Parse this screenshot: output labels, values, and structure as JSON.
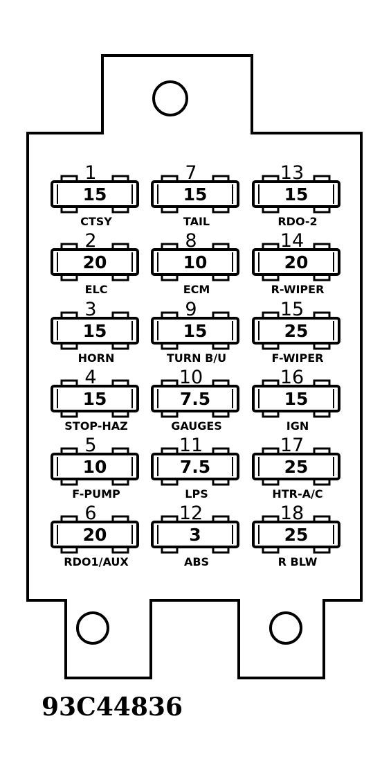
{
  "figure_code": "93C44836",
  "fuses": [
    {
      "number": "1",
      "amps": "15",
      "label": "CTSY"
    },
    {
      "number": "2",
      "amps": "20",
      "label": "ELC"
    },
    {
      "number": "3",
      "amps": "15",
      "label": "HORN"
    },
    {
      "number": "4",
      "amps": "15",
      "label": "STOP-HAZ"
    },
    {
      "number": "5",
      "amps": "10",
      "label": "F-PUMP"
    },
    {
      "number": "6",
      "amps": "20",
      "label": "RDO1/AUX"
    },
    {
      "number": "7",
      "amps": "15",
      "label": "TAIL"
    },
    {
      "number": "8",
      "amps": "10",
      "label": "ECM"
    },
    {
      "number": "9",
      "amps": "15",
      "label": "TURN B/U"
    },
    {
      "number": "10",
      "amps": "7.5",
      "label": "GAUGES"
    },
    {
      "number": "11",
      "amps": "7.5",
      "label": "LPS"
    },
    {
      "number": "12",
      "amps": "3",
      "label": "ABS"
    },
    {
      "number": "13",
      "amps": "15",
      "label": "RDO-2"
    },
    {
      "number": "14",
      "amps": "20",
      "label": "R-WIPER"
    },
    {
      "number": "15",
      "amps": "25",
      "label": "F-WIPER"
    },
    {
      "number": "16",
      "amps": "15",
      "label": "IGN"
    },
    {
      "number": "17",
      "amps": "25",
      "label": "HTR-A/C"
    },
    {
      "number": "18",
      "amps": "25",
      "label": "R BLW"
    }
  ]
}
